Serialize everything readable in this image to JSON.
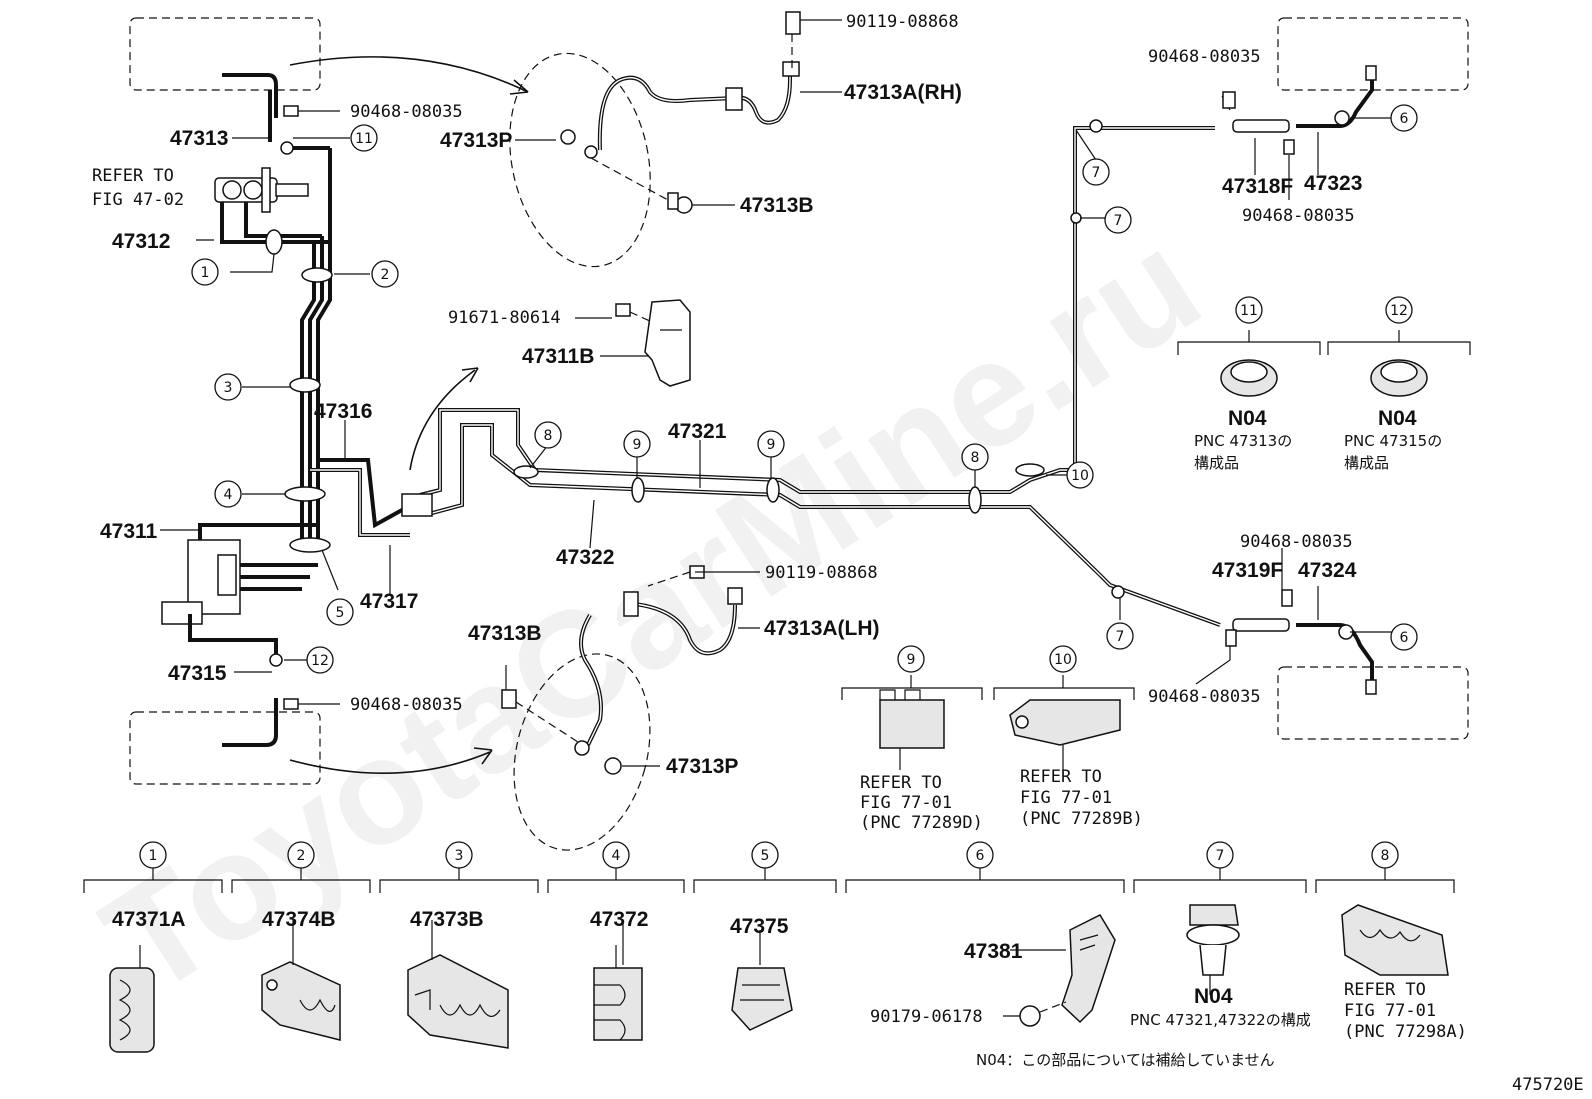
{
  "figure_id": "475720E",
  "watermark": "ToyotaCarMine.ru",
  "labels": {
    "l90119_top": "90119-08868",
    "l47313A_RH": "47313A(RH)",
    "l90468_a": "90468-08035",
    "l47313": "47313",
    "l47313P_top": "47313P",
    "l47313B_top": "47313B",
    "refer_47_1": "REFER TO",
    "refer_47_2": "FIG 47-02",
    "l47312": "47312",
    "l91671": "91671-80614",
    "l47311B": "47311B",
    "l47316": "47316",
    "l47321": "47321",
    "l47311": "47311",
    "l47322": "47322",
    "l47317": "47317",
    "l90119_bot": "90119-08868",
    "l47313A_LH": "47313A(LH)",
    "l47313B_bot": "47313B",
    "l47315": "47315",
    "l90468_b": "90468-08035",
    "l47313P_bot": "47313P",
    "l90468_r1": "90468-08035",
    "l47318F": "47318F",
    "l47323": "47323",
    "l90468_r2": "90468-08035",
    "l90468_r3": "90468-08035",
    "l47319F": "47319F",
    "l47324": "47324",
    "l90468_r4": "90468-08035",
    "n04_11": "N04",
    "n04_11_pnc": "PNC 47313の",
    "n04_11_kosei": "構成品",
    "n04_12": "N04",
    "n04_12_pnc": "PNC 47315の",
    "n04_12_kosei": "構成品",
    "ref9_1": "REFER TO",
    "ref9_2": "FIG 77-01",
    "ref9_3": "(PNC 77289D)",
    "ref10_1": "REFER TO",
    "ref10_2": "FIG 77-01",
    "ref10_3": "(PNC 77289B)",
    "b47371A": "47371A",
    "b47374B": "47374B",
    "b47373B": "47373B",
    "b47372": "47372",
    "b47375": "47375",
    "b47381": "47381",
    "b90179": "90179-06178",
    "b_n04": "N04",
    "b_n04_pnc": "PNC 47321,47322の構成",
    "b_note": "N04：この部品については補給していません",
    "ref8_1": "REFER TO",
    "ref8_2": "FIG 77-01",
    "ref8_3": "(PNC 77298A)"
  },
  "callouts": {
    "c1": "1",
    "c2": "2",
    "c3": "3",
    "c4": "4",
    "c5": "5",
    "c6a": "6",
    "c6b": "6",
    "c7a": "7",
    "c7b": "7",
    "c7c": "7",
    "c8a": "8",
    "c8b": "8",
    "c9a": "9",
    "c9b": "9",
    "c10": "10",
    "c11": "11",
    "c12": "12",
    "h9": "9",
    "h10": "10",
    "h11": "11",
    "h12": "12",
    "g1": "1",
    "g2": "2",
    "g3": "3",
    "g4": "4",
    "g5": "5",
    "g6": "6",
    "g7": "7",
    "g8": "8"
  }
}
